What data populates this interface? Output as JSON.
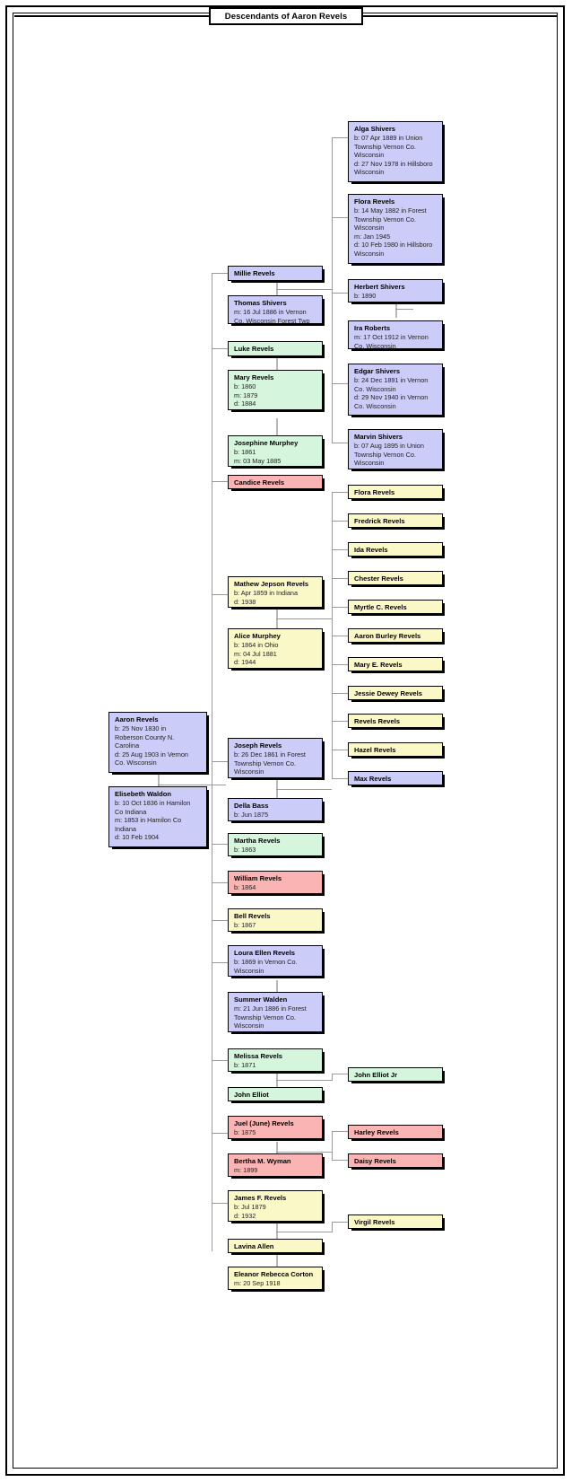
{
  "title": "Descendants of Aaron Revels",
  "colors": {
    "purple": "#ccccf9",
    "green": "#d5f5dd",
    "yellow": "#fbf8c8",
    "pink": "#fbb4b4",
    "border": "#000000",
    "connector": "#9a9a9a",
    "background": "#ffffff"
  },
  "chart_data": {
    "type": "diagram",
    "title": "Descendants of Aaron Revels",
    "root": "Aaron Revels",
    "people": [
      {
        "id": "alga-shivers",
        "name": "Alga Shivers",
        "color": "purple",
        "details": [
          "b: 07 Apr 1889 in Union",
          "Township Vernon Co.",
          "Wisconsin",
          "d: 27 Nov 1978 in Hillsboro",
          "Wisconsin"
        ]
      },
      {
        "id": "flora-revels-shivers",
        "name": "Flora Revels",
        "color": "purple",
        "details": [
          "b: 14 May 1882 in Forest",
          "Township Vernon Co.",
          "Wisconsin",
          "m: Jan 1945",
          "d: 10 Feb 1980 in Hillsboro",
          "Wisconsin"
        ]
      },
      {
        "id": "herbert-shivers",
        "name": "Herbert Shivers",
        "color": "purple",
        "details": [
          "b: 1890"
        ]
      },
      {
        "id": "ira-roberts",
        "name": "Ira Roberts",
        "color": "purple",
        "details": [
          "m: 17 Oct 1912 in Vernon",
          "Co. Wisconsin"
        ]
      },
      {
        "id": "edgar-shivers",
        "name": "Edgar Shivers",
        "color": "purple",
        "details": [
          "b: 24 Dec 1891 in Vernon",
          "Co. Wisconsin",
          "d: 29 Nov 1940 in Vernon",
          "Co. Wisconsin"
        ]
      },
      {
        "id": "marvin-shivers",
        "name": "Marvin Shivers",
        "color": "purple",
        "details": [
          "b: 07 Aug 1895 in Union",
          "Township Vernon Co.",
          "Wisconsin"
        ]
      },
      {
        "id": "millie-revels",
        "name": "Millie Revels",
        "color": "purple",
        "details": []
      },
      {
        "id": "thomas-shivers",
        "name": "Thomas Shivers",
        "color": "purple",
        "details": [
          "m: 16 Jul 1886 in Vernon",
          "Co. Wisconsin Forest Twp"
        ]
      },
      {
        "id": "luke-revels",
        "name": "Luke Revels",
        "color": "green",
        "details": []
      },
      {
        "id": "mary-revels",
        "name": "Mary Revels",
        "color": "green",
        "details": [
          "b: 1860",
          "m: 1879",
          "d: 1884"
        ]
      },
      {
        "id": "josephine-murphey",
        "name": "Josephine Murphey",
        "color": "green",
        "details": [
          "b: 1861",
          "m: 03 May 1885"
        ]
      },
      {
        "id": "candice-revels",
        "name": "Candice Revels",
        "color": "pink",
        "details": []
      },
      {
        "id": "flora-revels-2",
        "name": "Flora Revels",
        "color": "yellow",
        "details": []
      },
      {
        "id": "fredrick-revels",
        "name": "Fredrick Revels",
        "color": "yellow",
        "details": []
      },
      {
        "id": "ida-revels",
        "name": "Ida Revels",
        "color": "yellow",
        "details": []
      },
      {
        "id": "chester-revels",
        "name": "Chester Revels",
        "color": "yellow",
        "details": []
      },
      {
        "id": "myrtle-c-revels",
        "name": "Myrtle C. Revels",
        "color": "yellow",
        "details": []
      },
      {
        "id": "aaron-burley-revels",
        "name": "Aaron Burley Revels",
        "color": "yellow",
        "details": []
      },
      {
        "id": "mary-e-revels",
        "name": "Mary E. Revels",
        "color": "yellow",
        "details": []
      },
      {
        "id": "jessie-dewey-revels",
        "name": "Jessie Dewey Revels",
        "color": "yellow",
        "details": []
      },
      {
        "id": "revels-revels",
        "name": "Revels Revels",
        "color": "yellow",
        "details": []
      },
      {
        "id": "hazel-revels",
        "name": "Hazel Revels",
        "color": "yellow",
        "details": []
      },
      {
        "id": "max-revels",
        "name": "Max Revels",
        "color": "purple",
        "details": []
      },
      {
        "id": "mathew-jepson-revels",
        "name": "Mathew Jepson Revels",
        "color": "yellow",
        "details": [
          "b: Apr 1859 in Indiana",
          "d: 1938"
        ]
      },
      {
        "id": "alice-murphey",
        "name": "Alice Murphey",
        "color": "yellow",
        "details": [
          "b: 1864 in Ohio",
          "m: 04 Jul 1881",
          "d: 1944"
        ]
      },
      {
        "id": "joseph-revels",
        "name": "Joseph Revels",
        "color": "purple",
        "details": [
          "b: 26 Dec 1861 in Forest",
          "Township Vernon Co.",
          "Wisconsin"
        ]
      },
      {
        "id": "della-bass",
        "name": "Della Bass",
        "color": "purple",
        "details": [
          "b: Jun 1875"
        ]
      },
      {
        "id": "martha-revels",
        "name": "Martha Revels",
        "color": "green",
        "details": [
          "b: 1863"
        ]
      },
      {
        "id": "william-revels",
        "name": "William Revels",
        "color": "pink",
        "details": [
          "b: 1864"
        ]
      },
      {
        "id": "bell-revels",
        "name": "Bell Revels",
        "color": "yellow",
        "details": [
          "b: 1867"
        ]
      },
      {
        "id": "loura-ellen-revels",
        "name": "Loura Ellen Revels",
        "color": "purple",
        "details": [
          "b: 1869 in Vernon Co.",
          "Wisconsin"
        ]
      },
      {
        "id": "summer-walden",
        "name": "Summer Walden",
        "color": "purple",
        "details": [
          "m: 21 Jun 1886 in Forest",
          "Township Vernon Co.",
          "Wisconsin"
        ]
      },
      {
        "id": "melissa-revels",
        "name": "Melissa Revels",
        "color": "green",
        "details": [
          "b: 1871"
        ]
      },
      {
        "id": "john-elliot",
        "name": "John Elliot",
        "color": "green",
        "details": []
      },
      {
        "id": "john-elliot-jr",
        "name": "John Elliot Jr",
        "color": "green",
        "details": []
      },
      {
        "id": "juel-june-revels",
        "name": "Juel (June) Revels",
        "color": "pink",
        "details": [
          "b: 1875"
        ]
      },
      {
        "id": "bertha-m-wyman",
        "name": "Bertha M. Wyman",
        "color": "pink",
        "details": [
          "m: 1899"
        ]
      },
      {
        "id": "harley-revels",
        "name": "Harley Revels",
        "color": "pink",
        "details": []
      },
      {
        "id": "daisy-revels",
        "name": "Daisy Revels",
        "color": "pink",
        "details": []
      },
      {
        "id": "james-f-revels",
        "name": "James F. Revels",
        "color": "yellow",
        "details": [
          "b: Jul 1879",
          "d: 1932"
        ]
      },
      {
        "id": "lavina-allen",
        "name": "Lavina Allen",
        "color": "yellow",
        "details": []
      },
      {
        "id": "virgil-revels",
        "name": "Virgil Revels",
        "color": "yellow",
        "details": []
      },
      {
        "id": "eleanor-rebecca-corton",
        "name": "Eleanor Rebecca Corton",
        "color": "yellow",
        "details": [
          "m: 20 Sep 1918"
        ]
      },
      {
        "id": "aaron-revels",
        "name": "Aaron Revels",
        "color": "purple",
        "details": [
          "b: 25 Nov 1830 in",
          "Roberson County N.",
          "Carolina",
          "d: 25 Aug 1903 in Vernon",
          "Co. Wisconsin"
        ]
      },
      {
        "id": "elisebeth-waldon",
        "name": "Elisebeth Waldon",
        "color": "purple",
        "details": [
          "b: 10 Oct 1836 in Hamilon",
          "Co Indiana",
          "m: 1853 in Hamilon Co",
          "Indiana",
          "d: 10 Feb 1904"
        ]
      }
    ]
  }
}
